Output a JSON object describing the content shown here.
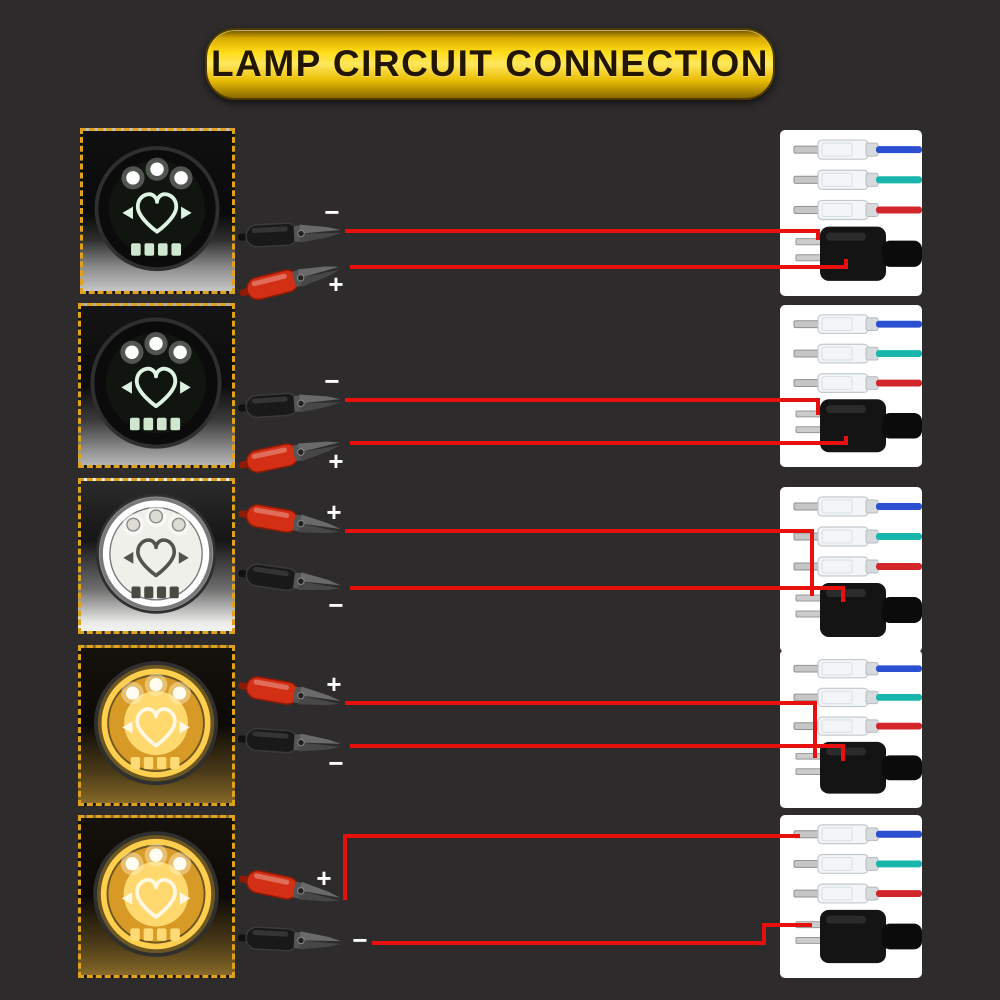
{
  "title": "LAMP CIRCUIT CONNECTION",
  "colors": {
    "background": "#2d2b2b",
    "banner_gold": "#f5c812",
    "banner_text": "#221603",
    "circuit_wire_red": "#e8100c",
    "photo_border_dashed": "#e0a21c",
    "clip_red": "#d32f14",
    "clip_black": "#191919",
    "harness_wire_blue": "#2a4fd0",
    "harness_wire_teal": "#18b6ad",
    "harness_wire_red": "#d2262a"
  },
  "harness": {
    "wire_colors": [
      "blue",
      "teal",
      "red"
    ],
    "connector": "black-2-pin-plug-with-cable",
    "terminal_type": "female-spade-terminals"
  },
  "rows": [
    {
      "lamp_style": "white-led-heart-drl",
      "top_terminal": {
        "clip": "black-alligator-clip",
        "polarity": "−"
      },
      "bottom_terminal": {
        "clip": "red-alligator-clip",
        "polarity": "+"
      }
    },
    {
      "lamp_style": "white-led-heart-drl",
      "top_terminal": {
        "clip": "black-alligator-clip",
        "polarity": "−"
      },
      "bottom_terminal": {
        "clip": "red-alligator-clip",
        "polarity": "+"
      }
    },
    {
      "lamp_style": "white-halo-heart",
      "top_terminal": {
        "clip": "red-alligator-clip",
        "polarity": "+"
      },
      "bottom_terminal": {
        "clip": "black-alligator-clip",
        "polarity": "−"
      }
    },
    {
      "lamp_style": "amber-halo-heart",
      "top_terminal": {
        "clip": "red-alligator-clip",
        "polarity": "+"
      },
      "bottom_terminal": {
        "clip": "black-alligator-clip",
        "polarity": "−"
      }
    },
    {
      "lamp_style": "amber-halo-heart",
      "top_terminal": {
        "clip": "red-alligator-clip",
        "polarity": "+"
      },
      "bottom_terminal": {
        "clip": "black-alligator-clip",
        "polarity": "−"
      }
    }
  ]
}
